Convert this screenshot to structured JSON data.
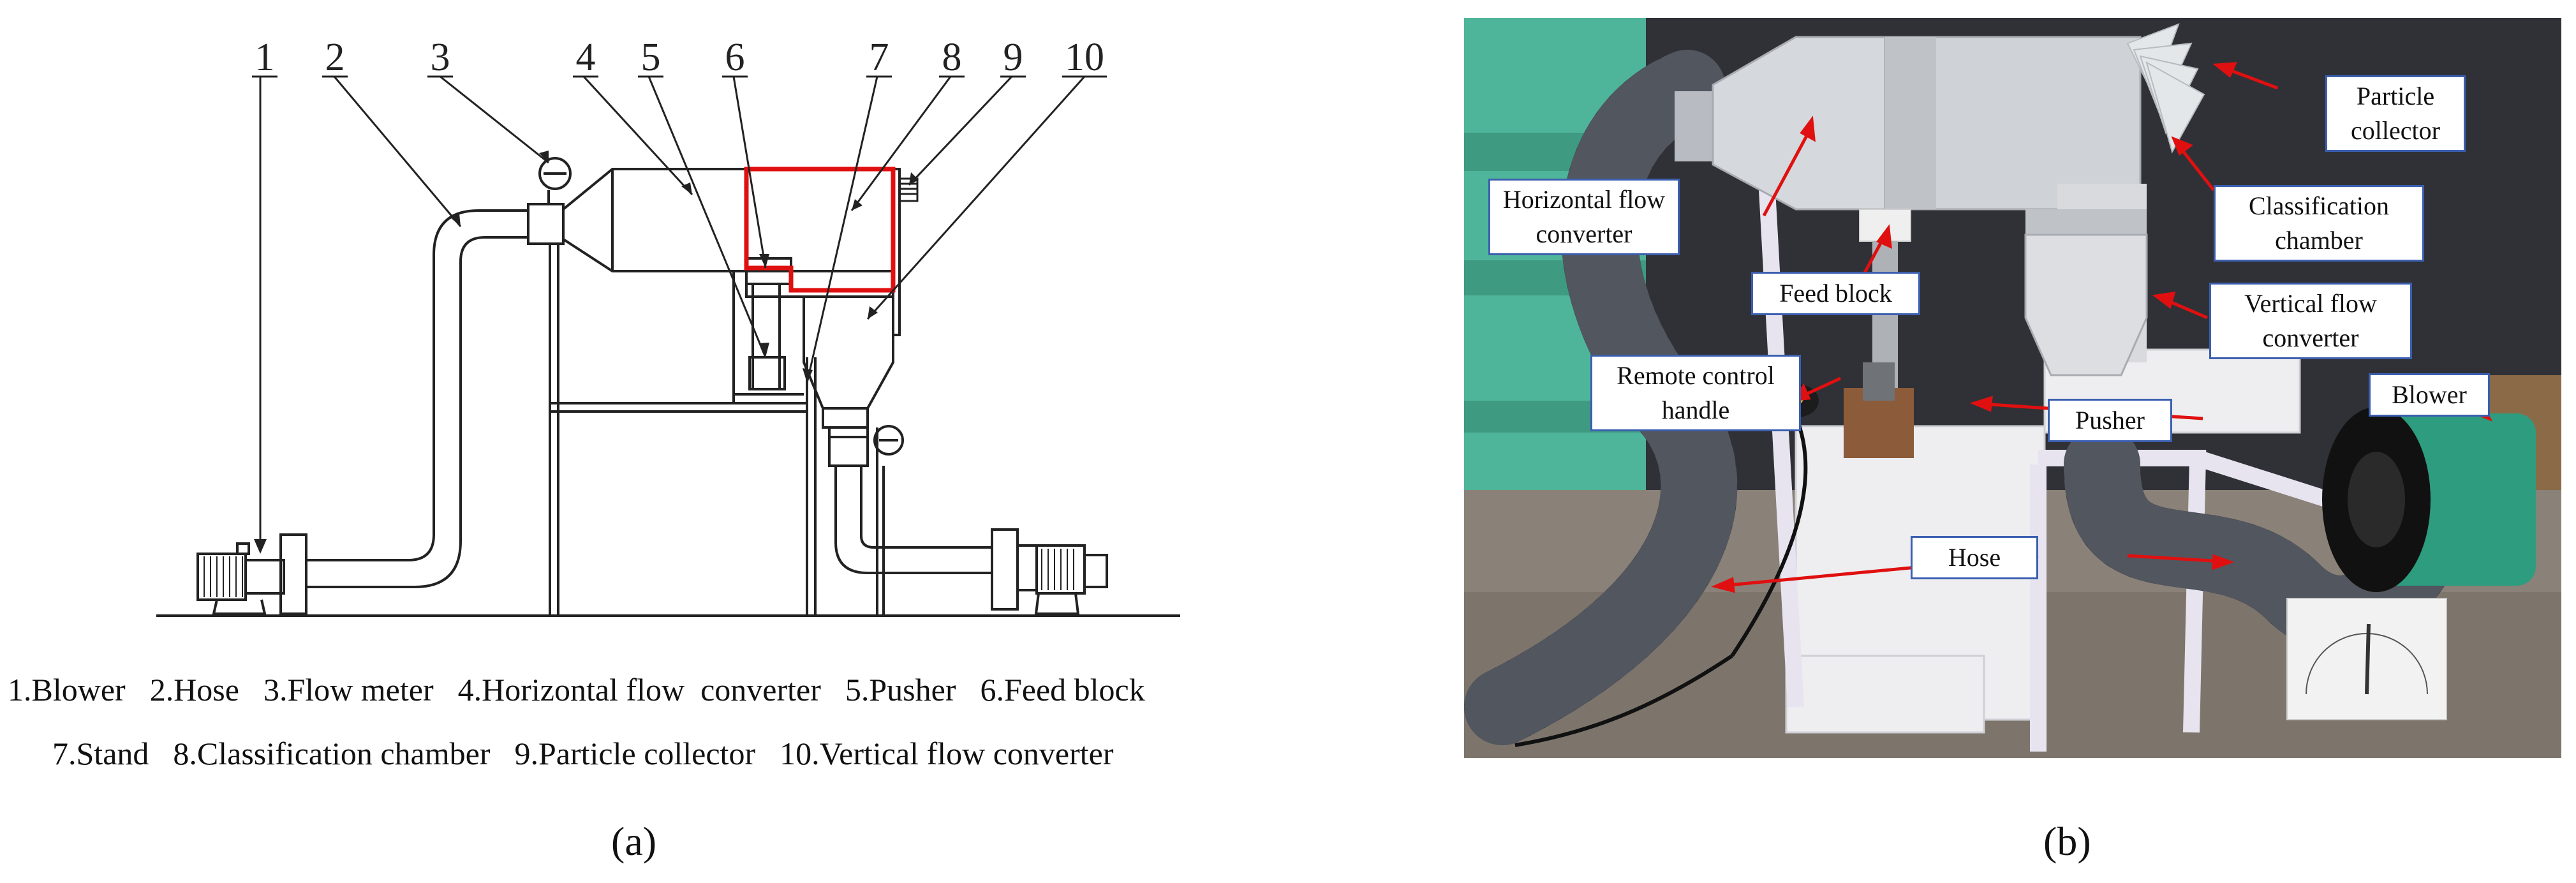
{
  "panel_a": {
    "label": "(a)",
    "part_numbers": [
      "1",
      "2",
      "3",
      "4",
      "5",
      "6",
      "7",
      "8",
      "9",
      "10"
    ],
    "legend_row1": [
      "1.Blower",
      "2.Hose",
      "3.Flow meter",
      "4.Horizontal flow  converter",
      "5.Pusher",
      "6.Feed block"
    ],
    "legend_row2": [
      "7.Stand",
      "8.Classification chamber",
      "9.Particle collector",
      "10.Vertical flow converter"
    ],
    "colors": {
      "line": "#222222",
      "highlight": "#e01010"
    }
  },
  "panel_b": {
    "label": "(b)",
    "callouts": {
      "horizontal_flow_converter": "Horizontal flow converter",
      "particle_collector": "Particle collector",
      "classification_chamber": "Classification chamber",
      "feed_block": "Feed block",
      "vertical_flow_converter": "Vertical flow converter",
      "remote_control_handle": "Remote control handle",
      "pusher": "Pusher",
      "blower": "Blower",
      "hose": "Hose"
    },
    "colors": {
      "arrow": "#e01010",
      "box_border": "#3b5fb0",
      "backdrop": "#2f3136",
      "wall": "#4fb59a",
      "floor": "#8a8178",
      "hose": "#3a3d44",
      "blower": "#2e9c7e"
    }
  }
}
